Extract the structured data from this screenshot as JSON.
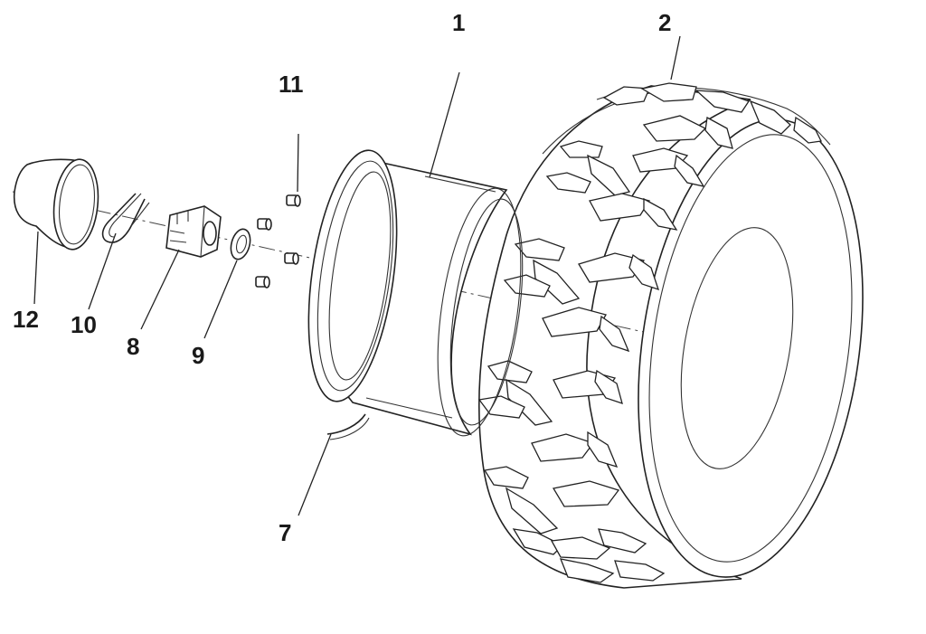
{
  "diagram": {
    "callouts": {
      "c1": "1",
      "c2": "2",
      "c7": "7",
      "c8": "8",
      "c9": "9",
      "c10": "10",
      "c11": "11",
      "c12": "12"
    },
    "colors": {
      "line": "#222222",
      "background": "#ffffff"
    }
  }
}
